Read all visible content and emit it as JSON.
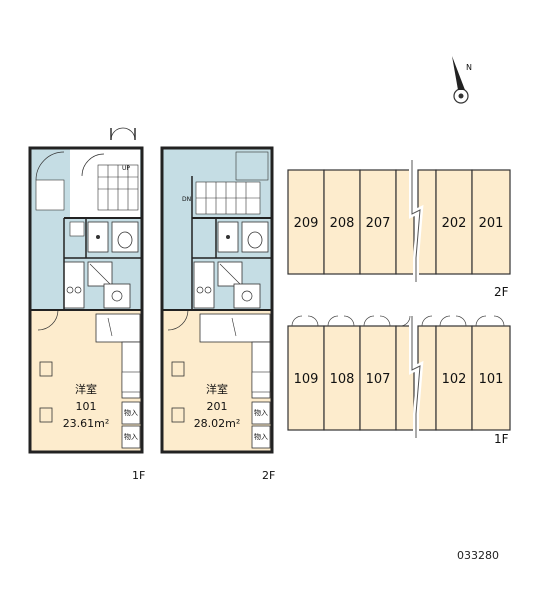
{
  "compass": {
    "label": "N"
  },
  "unit_101": {
    "room_type": "洋室",
    "number": "101",
    "area": "23.61m²",
    "floor": "1F",
    "storage": [
      "物入",
      "物入"
    ]
  },
  "unit_201": {
    "room_type": "洋室",
    "number": "201",
    "area": "28.02m²",
    "floor": "2F",
    "storage": [
      "物入",
      "物入"
    ]
  },
  "stairs": {
    "up": "UP",
    "down": "DN"
  },
  "site_plan": {
    "floor2": {
      "label": "2F",
      "units_left": [
        "209",
        "208",
        "207"
      ],
      "units_right": [
        "202",
        "201"
      ]
    },
    "floor1": {
      "label": "1F",
      "units_left": [
        "109",
        "108",
        "107"
      ],
      "units_right": [
        "102",
        "101"
      ]
    }
  },
  "colors": {
    "wet_area": "#c5dde4",
    "room": "#fdeccd",
    "wall": "#222222"
  },
  "property_code": "033280"
}
